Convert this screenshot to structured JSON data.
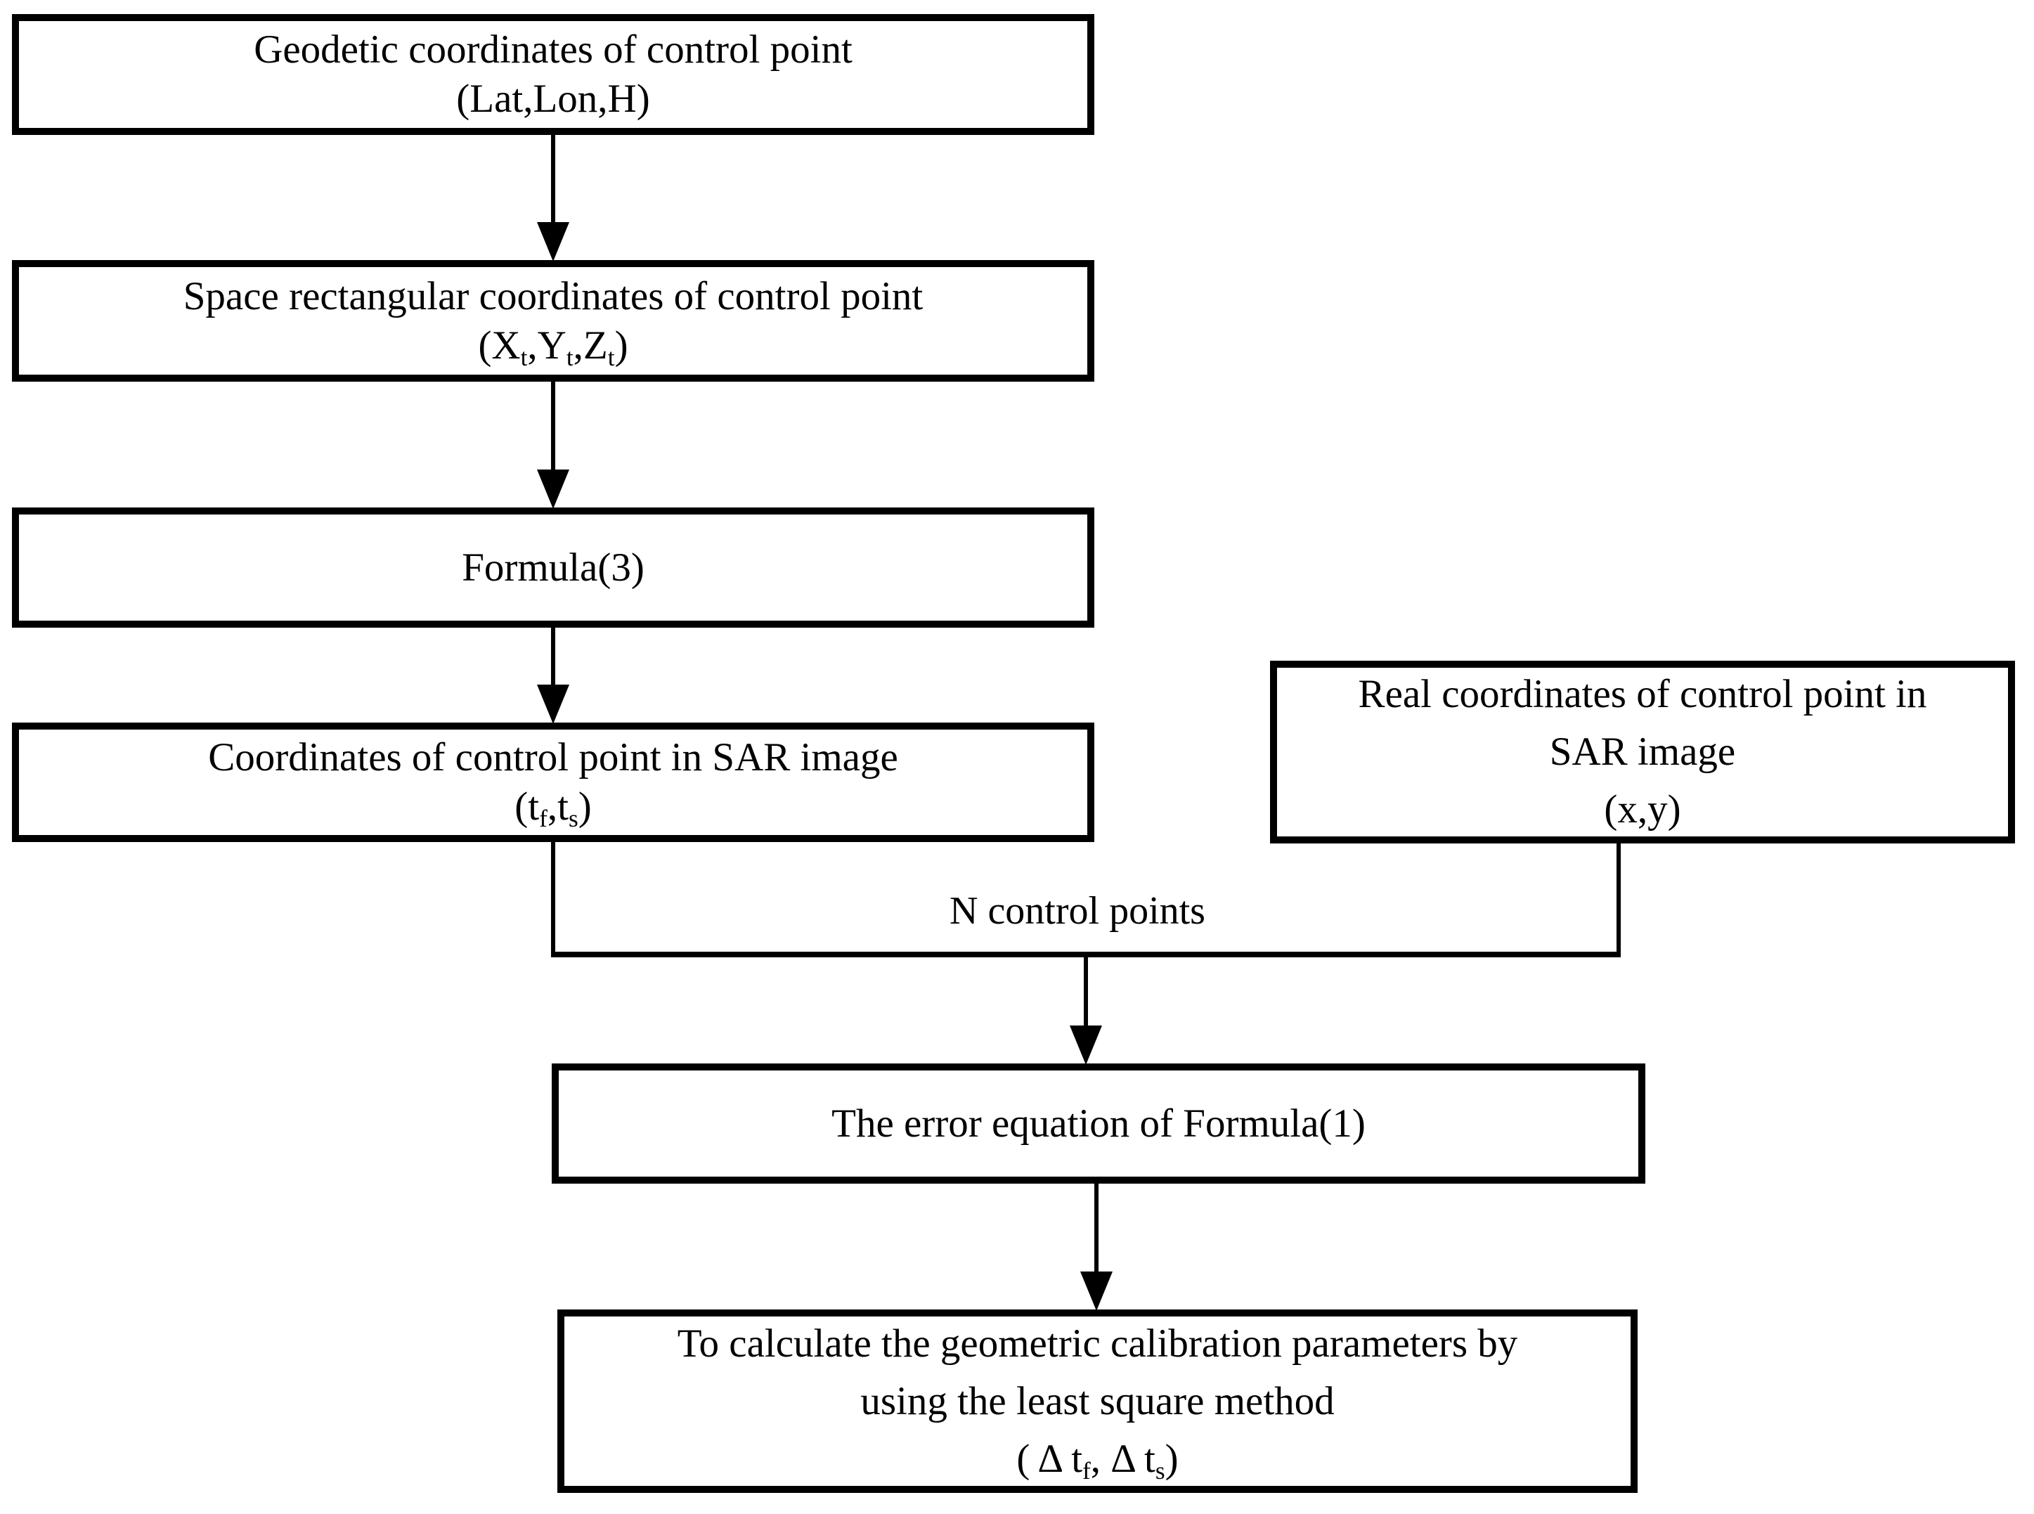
{
  "colors": {
    "background": "#ffffff",
    "line": "#000000",
    "text": "#000000"
  },
  "boxes": {
    "geodetic": {
      "line1": "Geodetic coordinates of control point",
      "line2": "(Lat,Lon,H)"
    },
    "space_rectangular": {
      "line1": "Space rectangular coordinates of control point",
      "l2p1": "(X",
      "l2s1": "t",
      "l2p2": ",Y",
      "l2s2": "t",
      "l2p3": ",Z",
      "l2s3": "t",
      "l2p4": ")"
    },
    "formula3": {
      "line1": "Formula(3)"
    },
    "sar_coords": {
      "line1": "Coordinates of control point in SAR image",
      "l2p1": "(t",
      "l2s1": "f",
      "l2p2": ",t",
      "l2s2": "s",
      "l2p3": ")"
    },
    "real_coords": {
      "line1": "Real coordinates of control point in",
      "line2": "SAR image",
      "line3": "(x,y)"
    },
    "error_equation": {
      "line1": "The error equation of Formula(1)"
    },
    "calibration": {
      "line1": "To calculate the geometric calibration parameters by",
      "line2": "using the least square method",
      "l3p1": "( Δ t",
      "l3s1": "f",
      "l3p2": ", Δ t",
      "l3s2": "s",
      "l3p3": ")"
    }
  },
  "labels": {
    "n_control_points": "N control points"
  }
}
